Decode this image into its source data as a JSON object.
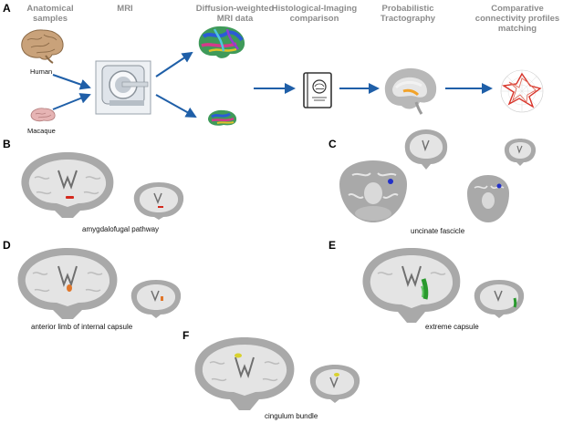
{
  "panels": {
    "a": {
      "letter": "A",
      "steps": [
        {
          "title": "Anatomical samples"
        },
        {
          "title": "MRI"
        },
        {
          "title": "Diffusion-weighted MRI data"
        },
        {
          "title": "Histological-Imaging comparison"
        },
        {
          "title": "Probabilistic Tractography"
        },
        {
          "title": "Comparative connectivity profiles matching"
        }
      ],
      "species": {
        "human": "Human",
        "macaque": "Macaque"
      }
    },
    "b": {
      "letter": "B",
      "caption": "amygdalofugal pathway",
      "color": "#d42a1e"
    },
    "c": {
      "letter": "C",
      "caption": "uncinate fascicle",
      "color": "#2230c8"
    },
    "d": {
      "letter": "D",
      "caption": "anterior limb of internal capsule",
      "color": "#e0762a"
    },
    "e": {
      "letter": "E",
      "caption": "extreme capsule",
      "color": "#2a9a2e"
    },
    "f": {
      "letter": "F",
      "caption": "cingulum bundle",
      "color": "#d8d12e"
    }
  },
  "colors": {
    "arrow": "#1f5fa8",
    "header": "#8c8c8c",
    "brain_gray": "#a9a9a9"
  }
}
